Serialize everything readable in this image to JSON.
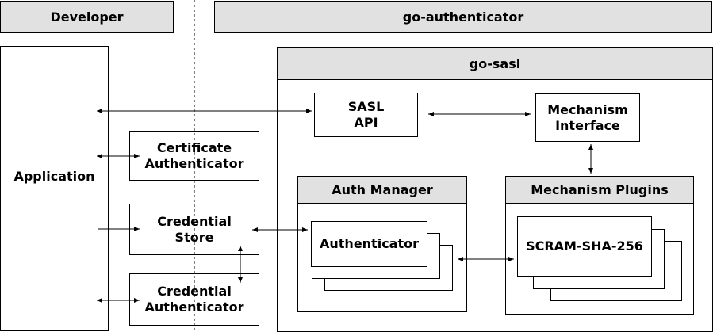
{
  "headers": {
    "developer": "Developer",
    "go_authenticator": "go-authenticator",
    "go_sasl": "go-sasl"
  },
  "boxes": {
    "application": "Application",
    "certificate_authenticator": "Certificate\nAuthenticator",
    "credential_store": "Credential\nStore",
    "credential_authenticator": "Credential\nAuthenticator",
    "sasl_api": "SASL\nAPI",
    "mechanism_interface": "Mechanism\nInterface",
    "auth_manager": "Auth Manager",
    "authenticator": "Authenticator",
    "mechanism_plugins": "Mechanism Plugins",
    "scram_sha_256": "SCRAM-SHA-256"
  }
}
